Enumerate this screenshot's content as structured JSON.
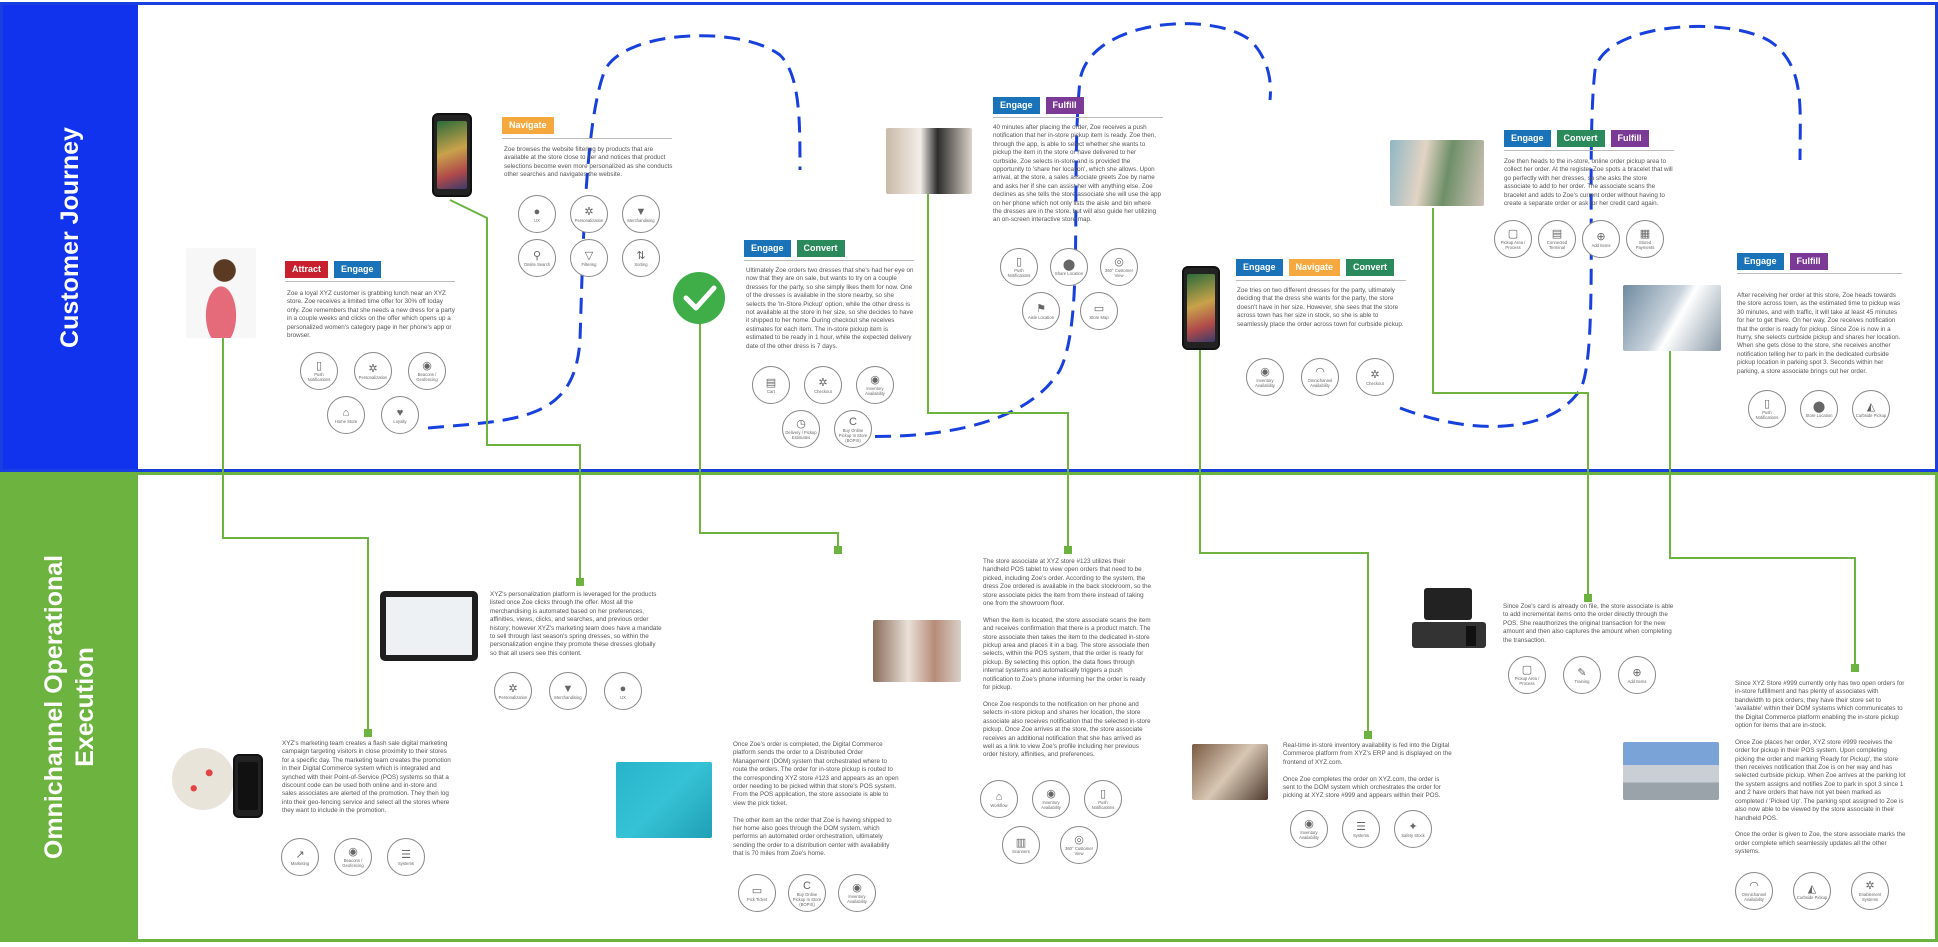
{
  "lanes": {
    "journey": "Customer Journey",
    "execution_l1": "Omnichannel Operational",
    "execution_l2": "Execution"
  },
  "journey_steps": [
    {
      "tags": [
        "Attract",
        "Engage"
      ],
      "text": "Zoe a loyal XYZ customer is grabbing lunch near an XYZ store. Zoe receives a limited time offer for 30% off today only. Zoe remembers that she needs a new dress for a party in a couple weeks and clicks on the offer which opens up a personalized women's category page in her phone's app or browser.",
      "icons": [
        {
          "name": "phone-icon",
          "glyph": "▯",
          "label": "Push Notifications"
        },
        {
          "name": "network-icon",
          "glyph": "✲",
          "label": "Personalization"
        },
        {
          "name": "beacon-icon",
          "glyph": "◉",
          "label": "Beacons / Geofencing"
        },
        {
          "name": "home-icon",
          "glyph": "⌂",
          "label": "Home Store"
        },
        {
          "name": "heart-icon",
          "glyph": "♥",
          "label": "Loyalty"
        }
      ]
    },
    {
      "tags": [
        "Navigate"
      ],
      "text": "Zoe browses the website filtering by products that are available at the store close to her and notices that product selections become even more personalized as she conducts other searches and navigates the website.",
      "icons": [
        {
          "name": "user-icon",
          "glyph": "●",
          "label": "UX"
        },
        {
          "name": "network-icon",
          "glyph": "✲",
          "label": "Personalization"
        },
        {
          "name": "shirt-icon",
          "glyph": "▼",
          "label": "Merchandising"
        },
        {
          "name": "search-icon",
          "glyph": "⚲",
          "label": "Onsite Search"
        },
        {
          "name": "filter-icon",
          "glyph": "▽",
          "label": "Filtering"
        },
        {
          "name": "sort-icon",
          "glyph": "⇅",
          "label": "Sorting"
        }
      ]
    },
    {
      "tags": [
        "Engage",
        "Convert"
      ],
      "text": "Ultimately Zoe orders two dresses that she's had her eye on now that they are on sale, but wants to try on a couple dresses for the party, so she simply likes them for now. One of the dresses is available in the store nearby, so she selects the 'In-Store Pickup' option, while the other dress is not available at the store in her size, so she decides to have it shipped to her home. During checkout she receives estimates for each item. The in-store pickup item is estimated to be ready in 1 hour, while the expected delivery date of the other dress is 7 days.",
      "icons": [
        {
          "name": "cart-icon",
          "glyph": "🛒",
          "label": "Cart"
        },
        {
          "name": "checkout-icon",
          "glyph": "✲",
          "label": "Checkout"
        },
        {
          "name": "eye-icon",
          "glyph": "◉",
          "label": "Inventory Availability"
        },
        {
          "name": "clock-icon",
          "glyph": "◷",
          "label": "Delivery / Pickup Estimates"
        },
        {
          "name": "promise-icon",
          "glyph": "C",
          "label": "Buy Online Pickup In Store (BOPIS)"
        }
      ]
    },
    {
      "tags": [
        "Engage",
        "Fulfill"
      ],
      "text": "40 minutes after placing the order, Zoe receives a push notification that her in-store pickup item is ready. Zoe then, through the app, is able to select whether she wants to pickup the item in the store or have delivered to her curbside. Zoe selects in-store and is provided the opportunity to 'share her location', which she allows. Upon arrival, at the store, a sales associate greets Zoe by name and asks her if she can assist her with anything else. Zoe declines as she tells the store associate she will use the app on her phone which not only lists the aisle and bin where the dresses are in the store, but will also guide her utilizing an on-screen interactive store map.",
      "icons": [
        {
          "name": "phone-icon",
          "glyph": "▯",
          "label": "Push Notifications"
        },
        {
          "name": "location-icon",
          "glyph": "⬤",
          "label": "Share Location"
        },
        {
          "name": "customer-view-icon",
          "glyph": "◎",
          "label": "360° Customer View"
        },
        {
          "name": "flag-icon",
          "glyph": "⚑",
          "label": "Aisle Location"
        },
        {
          "name": "map-icon",
          "glyph": "▭",
          "label": "Store Map"
        }
      ]
    },
    {
      "tags": [
        "Engage",
        "Navigate",
        "Convert"
      ],
      "text": "Zoe tries on two different dresses for the party, ultimately deciding that the dress she wants for the party, the store doesn't have in her size. However, she sees that the store across town has her size in stock, so she is able to seamlessly place the order across town for curbside pickup.",
      "icons": [
        {
          "name": "eye-icon",
          "glyph": "◉",
          "label": "Inventory Availability"
        },
        {
          "name": "gauge-icon",
          "glyph": "◠",
          "label": "Omnichannel Availability"
        },
        {
          "name": "checkout-icon",
          "glyph": "✲",
          "label": "Checkout"
        }
      ]
    },
    {
      "tags": [
        "Engage",
        "Convert",
        "Fulfill"
      ],
      "text": "Zoe then heads to the in-store, online order pickup area to collect her order. At the register Zoe spots a bracelet that will go perfectly with her dresses, so she asks the store associate to add to her order. The associate scans the bracelet and adds to Zoe's current order without having to create a separate order or ask for her credit card again.",
      "icons": [
        {
          "name": "bag-icon",
          "glyph": "▢",
          "label": "Pickup Area / Process"
        },
        {
          "name": "register-icon",
          "glyph": "▤",
          "label": "Connected Terminal"
        },
        {
          "name": "add-item-icon",
          "glyph": "⊕",
          "label": "Add Items"
        },
        {
          "name": "payment-icon",
          "glyph": "▦",
          "label": "Stored Payments"
        }
      ]
    },
    {
      "tags": [
        "Engage",
        "Fulfill"
      ],
      "text": "After receiving her order at this store, Zoe heads towards the store across town, as the estimated time to pickup was 30 minutes, and with traffic, it will take at least 45 minutes for her to get there. On her way, Zoe receives notification that the order is ready for pickup. Since Zoe is now in a hurry, she selects curbside pickup and shares her location. When she gets close to the store, she receives another notification telling her to park in the dedicated curbside pickup location in parking spot 3. Seconds within her parking, a store associate brings out her order.",
      "icons": [
        {
          "name": "phone-icon",
          "glyph": "▯",
          "label": "Push Notifications"
        },
        {
          "name": "location-icon",
          "glyph": "⬤",
          "label": "Store Location"
        },
        {
          "name": "car-icon",
          "glyph": "◭",
          "label": "Curbside Pickup"
        }
      ]
    }
  ],
  "execution_steps": [
    {
      "text": "XYZ's marketing team creates a flash sale digital marketing campaign targeting visitors in close proximity to their stores for a specific day. The marketing team creates the promotion in their Digital Commerce system which is integrated and synched with their Point-of-Service (POS) systems so that a discount code can be used both online and in-store and sales associates are alerted of the promotion. They then log into their geo-fencing service and select all the stores where they want to include in the promotion.",
      "icons": [
        {
          "name": "chart-icon",
          "glyph": "↗",
          "label": "Marketing"
        },
        {
          "name": "beacon-icon",
          "glyph": "◉",
          "label": "Beacons / Geofencing"
        },
        {
          "name": "database-icon",
          "glyph": "☰",
          "label": "Systems"
        }
      ]
    },
    {
      "text": "XYZ's personalization platform is leveraged for the products listed once Zoe clicks through the offer. Most all the merchandising is automated based on her preferences, affinities, views, clicks, and searches, and previous order history; however XYZ's marketing team does have a mandate to sell through last season's spring dresses, so within the personalization engine they promote these dresses globally so that all users see this content.",
      "icons": [
        {
          "name": "network-icon",
          "glyph": "✲",
          "label": "Personalization"
        },
        {
          "name": "shirt-icon",
          "glyph": "▼",
          "label": "Merchandising"
        },
        {
          "name": "user-icon",
          "glyph": "●",
          "label": "UX"
        }
      ]
    },
    {
      "text": "Once Zoe's order is completed, the Digital Commerce platform sends the order to a Distributed Order Management (DOM) system that orchestrated where to route the orders. The order for in-store pickup is routed to the corresponding XYZ store #123 and appears as an open order needing to be picked within that store's POS system. From the POS application, the store associate is able to view the pick ticket.\n\nThe other item an the order that Zoe is having shipped to her home also goes through the DOM system, which performs an automated order orchestration, ultimately sending the order to a distribution center with availability that is 70 miles from Zoe's home.",
      "icons": [
        {
          "name": "ticket-icon",
          "glyph": "▭",
          "label": "Pick Ticket"
        },
        {
          "name": "promise-icon",
          "glyph": "C",
          "label": "Buy Online Pickup In Store (BOPIS)"
        },
        {
          "name": "eye-icon",
          "glyph": "◉",
          "label": "Inventory Availability"
        }
      ]
    },
    {
      "text": "The store associate at XYZ store #123 utilizes their handheld POS tablet to view open orders that need to be picked, including Zoe's order. According to the system, the dress Zoe ordered is available in the back stockroom, so the store associate picks the item from there instead of taking one from the showroom floor.\n\nWhen the item is located, the store associate scans the item and receives confirmation that there is a product match. The store associate then takes the item to the dedicated in-store pickup area and places it in a bag. The store associate then selects, within the POS system, that the order is ready for pickup. By selecting this option, the data flows through internal systems and automatically triggers a push notification to Zoe's phone informing her the order is ready for pickup.\n\nOnce Zoe responds to the notification on her phone and selects in-store pickup and shares her location, the store associate also receives notification that the selected in-store pickup. Once Zoe arrives at the store, the store associate receives an additional notification that she has arrived as well as a link to view Zoe's profile including her previous order history, affinities, and preferences.",
      "icons": [
        {
          "name": "workflow-icon",
          "glyph": "⌂",
          "label": "Workflow"
        },
        {
          "name": "eye-icon",
          "glyph": "◉",
          "label": "Inventory Availability"
        },
        {
          "name": "phone-icon",
          "glyph": "▯",
          "label": "Push Notifications"
        },
        {
          "name": "barcode-icon",
          "glyph": "▥",
          "label": "Scanners"
        },
        {
          "name": "customer-view-icon",
          "glyph": "◎",
          "label": "360° Customer View"
        }
      ]
    },
    {
      "text": "Real-time in-store inventory availability is fed into the Digital Commerce platform from XYZ's ERP and is displayed on the frontend of XYZ.com.\n\nOnce Zoe completes the order on XYZ.com, the order is sent to the DOM system which orchestrates the order for picking at XYZ store #999 and appears within their POS.",
      "icons": [
        {
          "name": "eye-icon",
          "glyph": "◉",
          "label": "Inventory Availability"
        },
        {
          "name": "database-icon",
          "glyph": "☰",
          "label": "Systems"
        },
        {
          "name": "safety-stock-icon",
          "glyph": "✦",
          "label": "Safety Stock"
        }
      ]
    },
    {
      "text": "Since Zoe's card is already on file, the store associate is able to add incremental items onto the order directly through the POS. She reauthorizes the original transaction for the new amount and then also captures the amount when completing the transaction.",
      "icons": [
        {
          "name": "bag-icon",
          "glyph": "▢",
          "label": "Pickup Area / Process"
        },
        {
          "name": "training-icon",
          "glyph": "✎",
          "label": "Training"
        },
        {
          "name": "add-item-icon",
          "glyph": "⊕",
          "label": "Add Items"
        }
      ]
    },
    {
      "text": "Since XYZ Store #999 currently only has two open orders for in-store fulfillment and has plenty of associates with bandwidth to pick orders, they have their store set to 'available' within their DOM systems which communicates to the Digital Commerce platform enabling the in-store pickup option for items that are in-stock.\n\nOnce Zoe places her order, XYZ store #999 receives the order for pickup in their POS system. Upon completing picking the order and marking 'Ready for Pickup', the store then receives notification that Zoe is on her way and has selected curbside pickup. When Zoe arrives at the parking lot the system assigns and notifies Zoe to park in spot 3 since 1 and 2 have orders that have not yet been marked as completed / 'Picked Up'. The parking spot assigned to Zoe is also now able to be viewed by the store associate in their handheld POS.\n\nOnce the order is given to Zoe, the store associate marks the order complete which seamlessly updates all the other systems.",
      "icons": [
        {
          "name": "gauge-icon",
          "glyph": "◠",
          "label": "Omnichannel Availability"
        },
        {
          "name": "car-icon",
          "glyph": "◭",
          "label": "Curbside Pickup"
        },
        {
          "name": "enablement-icon",
          "glyph": "✲",
          "label": "Enablement Systems"
        }
      ]
    }
  ],
  "colors": {
    "journey": "#1133ee",
    "execution": "#6db33f",
    "Attract": "#c8202f",
    "Engage": "#1a73b8",
    "Navigate": "#f5a83d",
    "Convert": "#2a8a5c",
    "Fulfill": "#7b3a96"
  }
}
